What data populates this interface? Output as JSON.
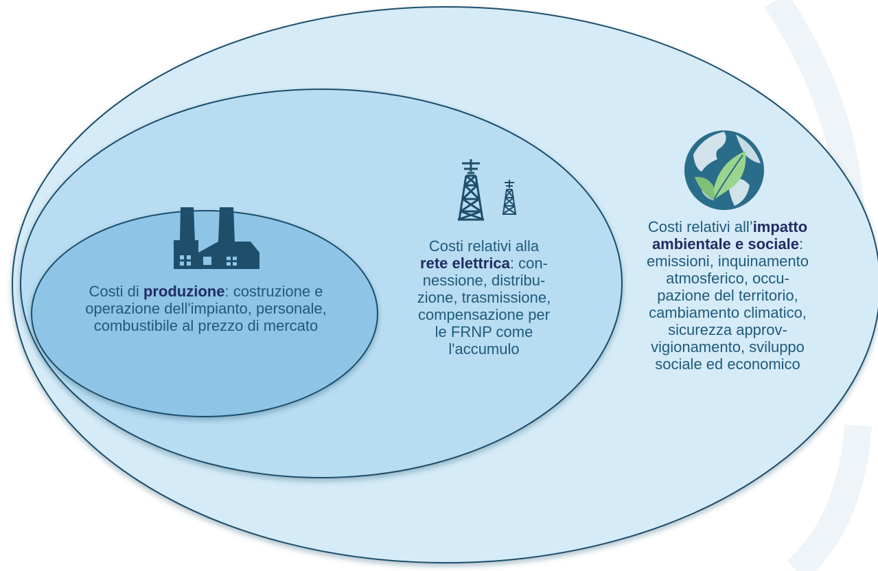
{
  "colors": {
    "outer_fill": "#d5ebf7",
    "middle_fill": "#b8dcf1",
    "inner_fill": "#8ec4e6",
    "outline": "#1f4e6b",
    "text": "#1f5a7c",
    "emphasis_text": "#1f2d63",
    "icon_dark": "#1f4e6b",
    "globe_ocean": "#2a6d8a",
    "globe_land": "#e2eef4",
    "leaf": "#9bd48c"
  },
  "icons": {
    "production": "factory-icon",
    "grid": "power-pylons-icon",
    "impact": "globe-leaf-icon"
  },
  "production": {
    "l1_pre": "Costi di ",
    "l1_bold": "produzione",
    "l1_post": ": costruzione e",
    "l2": "operazione dell'impianto, personale,",
    "l3": "combustibile al prezzo di mercato"
  },
  "grid": {
    "l1": "Costi relativi alla",
    "l2_bold": "rete elettrica",
    "l2_post": ": con-",
    "l3": "nessione, distribu-",
    "l4": "zione, trasmissione,",
    "l5": "compensazione per",
    "l6": "le FRNP come",
    "l7": "l'accumulo"
  },
  "impact": {
    "l1_pre": "Costi relativi all’",
    "l1_bold": "impatto",
    "l2_bold": "ambientale e sociale",
    "l2_post": ":",
    "l3": "emissioni, inquinamento",
    "l4": "atmosferico, occu-",
    "l5": "pazione del territorio,",
    "l6": "cambiamento climatico,",
    "l7": "sicurezza approv-",
    "l8": "vigionamento, sviluppo",
    "l9": "sociale ed economico"
  }
}
